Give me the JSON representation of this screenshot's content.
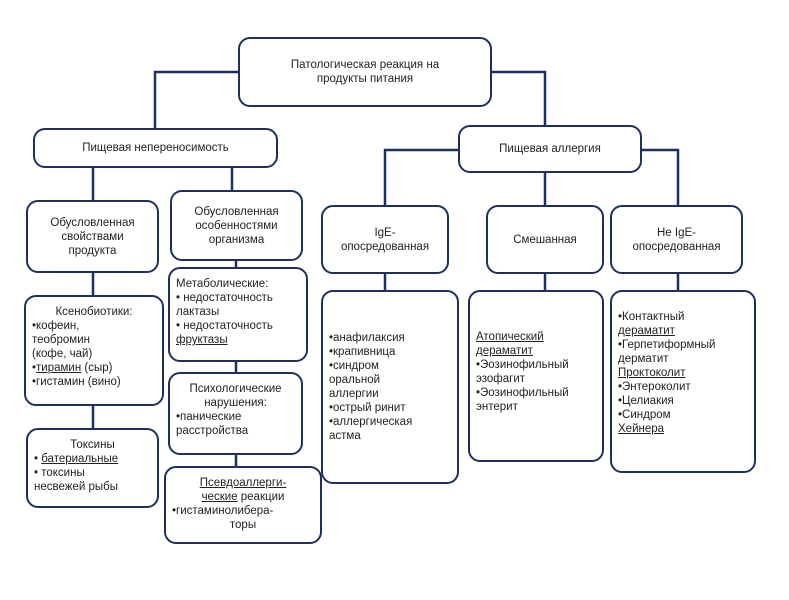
{
  "root": {
    "line1": "Патологическая реакция на",
    "line2": "продукты питания"
  },
  "intolerance": {
    "title": "Пищевая непереносимость",
    "product": {
      "lines": [
        "Обусловленная",
        "свойствами",
        "продукта"
      ]
    },
    "organism": {
      "lines": [
        "Обусловленная",
        "особенностями",
        "организма"
      ]
    },
    "xenobiotics": {
      "title": "Ксенобиотики:",
      "l1": "•кофеин,",
      "l2": "теобромин",
      "l3": "(кофе, чай)",
      "l4_bullet": "•",
      "l4_u": "тирамин",
      "l4_rest": " (сыр)",
      "l5": "•гистамин (вино)"
    },
    "toxins": {
      "title": "Токсины",
      "l1_bullet": "• ",
      "l1_u": "батериальные",
      "l2": "• токсины",
      "l3": "несвежей рыбы"
    },
    "metabolic": {
      "title": "Метаболические:",
      "l1": "• недостаточность",
      "l2": "лактазы",
      "l3": "• недостаточность",
      "l4_u": "фруктазы"
    },
    "psych": {
      "title1": "Психологические",
      "title2": "нарушения:",
      "l1": "•панические",
      "l2": "расстройства"
    },
    "pseudo": {
      "u1": "Псевдоаллерги-",
      "u2": "ческие",
      "rest2": " реакции",
      "l3": "•гистаминолибера-",
      "l4": "торы"
    }
  },
  "allergy": {
    "title": "Пищевая аллергия",
    "ige": {
      "lines": [
        "IgE-",
        "опосредованная"
      ]
    },
    "mixed": {
      "label": "Смешанная"
    },
    "nonige": {
      "lines": [
        "Не IgE-",
        "опосредованная"
      ]
    },
    "ige_list": [
      "•анафилаксия",
      "•крапивница",
      "•синдром",
      "оральной",
      "аллергии",
      "•острый ринит",
      "•аллергическая",
      "астма"
    ],
    "mixed_list": {
      "u1": "Атопический",
      "u2": "дераматит",
      "l3": "•Эозинофильный",
      "l4": "эзофагит",
      "l5": "•Эозинофильный",
      "l6": "энтерит"
    },
    "nonige_list": {
      "l1": "•Контактный",
      "u2": "дераматит",
      "l3": "•Герпетиформный",
      "l4": "дерматит",
      "u5": "Проктоколит",
      "l6": "•Энтероколит",
      "l7": "•Целиакия",
      "l8": "•Синдром",
      "u9": "Хейнера"
    }
  }
}
